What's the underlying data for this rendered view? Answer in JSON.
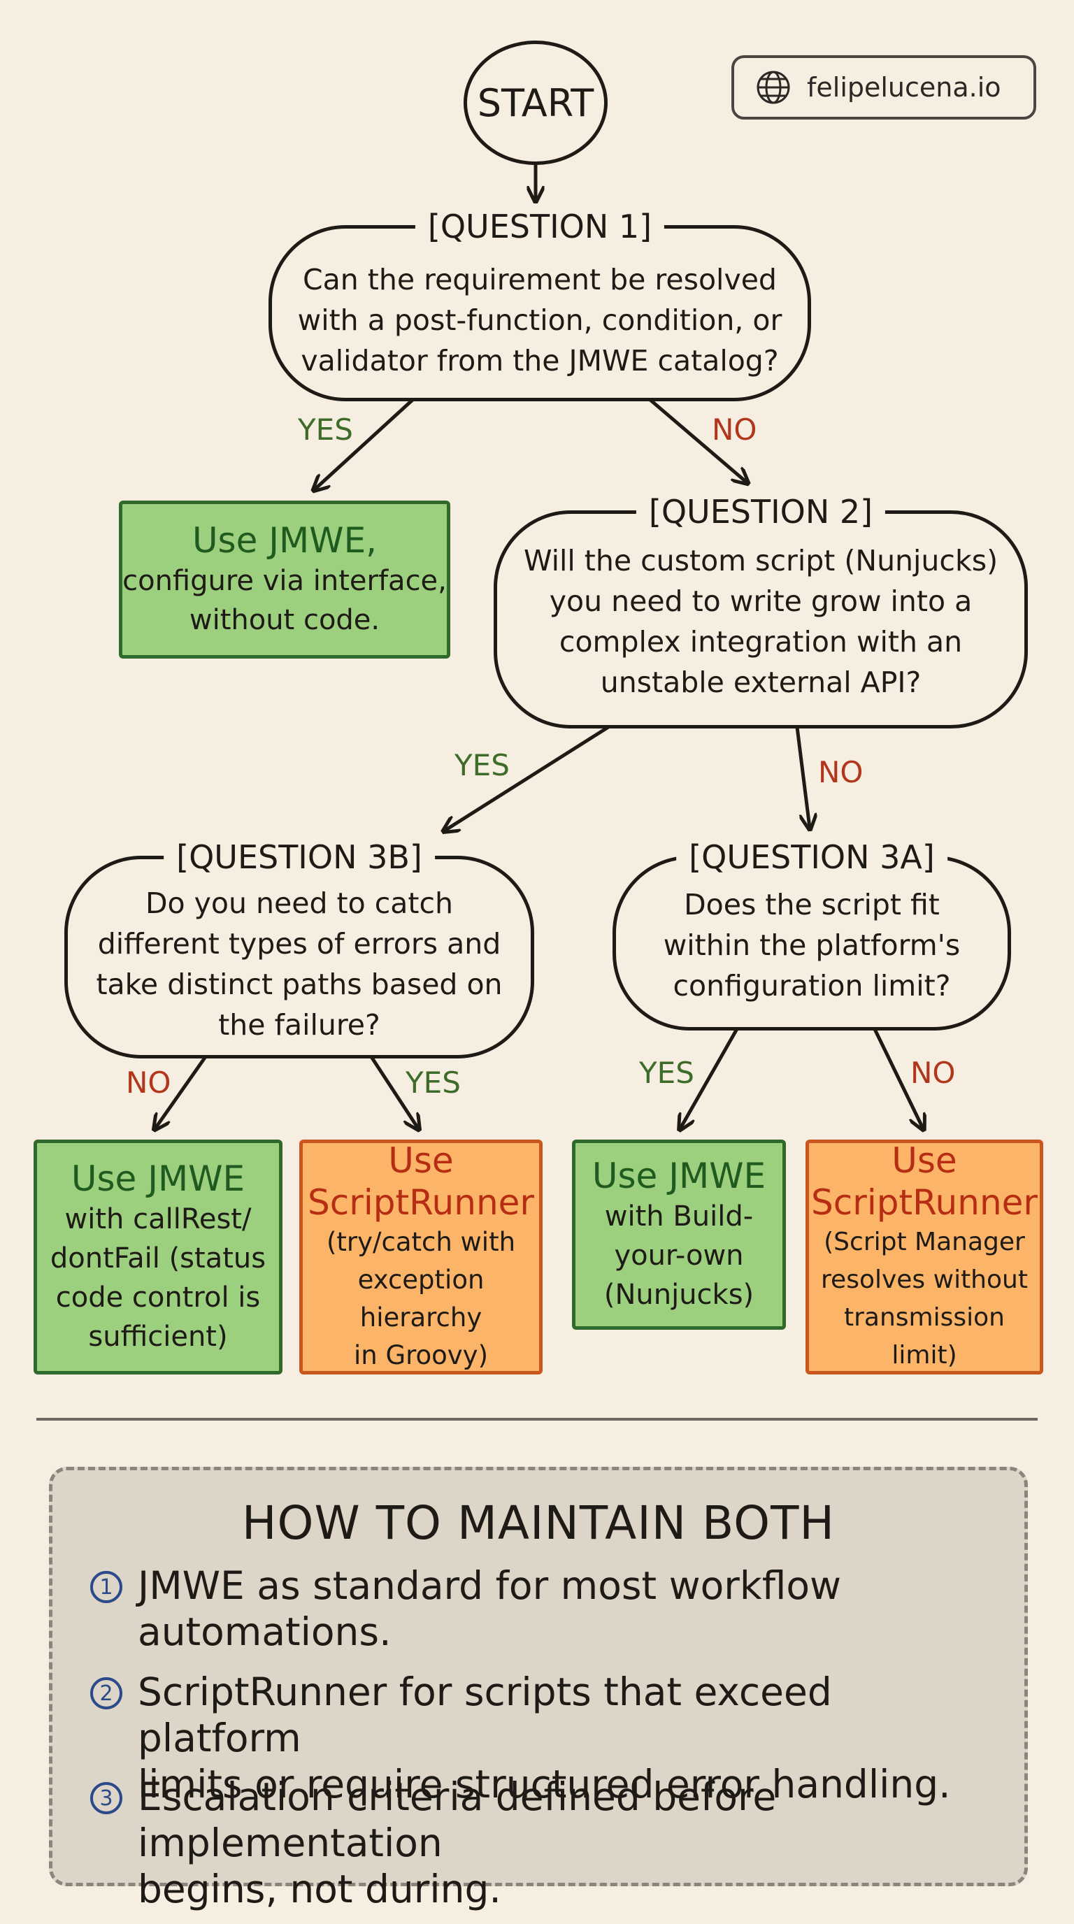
{
  "start_label": "START",
  "badge": {
    "text": "felipelucena.io",
    "icon": "globe-icon"
  },
  "questions": {
    "q1": {
      "title": "[QUESTION 1]",
      "text": "Can the requirement be resolved\nwith a post-function, condition, or\nvalidator from the JMWE catalog?"
    },
    "q2": {
      "title": "[QUESTION 2]",
      "text": "Will the custom script (Nunjucks)\nyou need to write grow into a\ncomplex integration with an\nunstable external API?"
    },
    "q3b": {
      "title": "[QUESTION 3B]",
      "text": "Do you need to catch\ndifferent types of errors and\ntake distinct paths based on\nthe failure?"
    },
    "q3a": {
      "title": "[QUESTION 3A]",
      "text": "Does the script fit\nwithin the platform's\nconfiguration limit?"
    }
  },
  "labels": {
    "yes": "YES",
    "no": "NO"
  },
  "results": {
    "r1": {
      "title": "Use JMWE,",
      "text": "configure via interface,\nwithout code."
    },
    "r3b_no": {
      "title": "Use JMWE",
      "text": "with callRest/\ndontFail (status\ncode control is\nsufficient)"
    },
    "r3b_yes": {
      "title": "Use\nScriptRunner",
      "text": "(try/catch with\nexception hierarchy\nin Groovy)"
    },
    "r3a_yes": {
      "title": "Use JMWE",
      "text": "with Build-\nyour-own\n(Nunjucks)"
    },
    "r3a_no": {
      "title": "Use\nScriptRunner",
      "text": "(Script Manager\nresolves without\ntransmission limit)"
    }
  },
  "maintain": {
    "title": "HOW TO MAINTAIN BOTH",
    "items": [
      {
        "num": "1",
        "text": "JMWE as standard for most workflow\nautomations."
      },
      {
        "num": "2",
        "text": "ScriptRunner for scripts that exceed platform\nlimits or require structured error handling."
      },
      {
        "num": "3",
        "text": "Escalation criteria defined before implementation\nbegins, not during."
      }
    ]
  },
  "colors": {
    "background": "#f6eee0",
    "ink": "#1e1a16",
    "yes": "#3d6b2a",
    "no": "#b2361c",
    "green_fill": "#9ccf7e",
    "green_border": "#2f6a2c",
    "orange_fill": "#fbb468",
    "orange_border": "#c9561f",
    "number_blue": "#2b4a8a"
  }
}
